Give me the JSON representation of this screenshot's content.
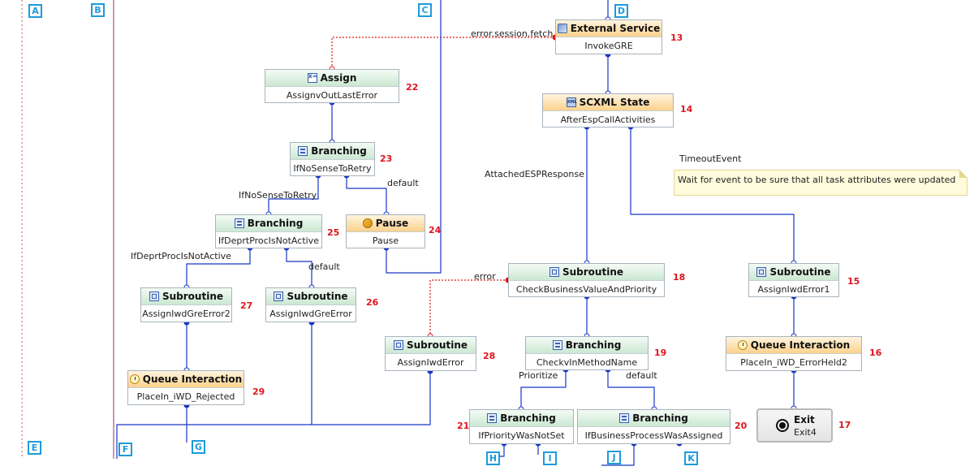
{
  "colors": {
    "connector": "#1836c4",
    "error_connector": "#e01818",
    "step_number": "#e0141e",
    "marker": "#1d9bdb",
    "header_green": "#cbe8d2",
    "header_orange": "#fbd28c",
    "note_background": "#fffbdc"
  },
  "nodes": [
    {
      "id": "n13",
      "type": "External Service",
      "name": "InvokeGRE",
      "number": "13",
      "icon": "external-service-icon"
    },
    {
      "id": "n14",
      "type": "SCXML State",
      "name": "AfterEspCallActivities",
      "number": "14",
      "icon": "scxml-icon"
    },
    {
      "id": "n22",
      "type": "Assign",
      "name": "AssignvOutLastError",
      "number": "22",
      "icon": "assign-icon"
    },
    {
      "id": "n23",
      "type": "Branching",
      "name": "IfNoSenseToRetry",
      "number": "23",
      "icon": "branching-icon"
    },
    {
      "id": "n24",
      "type": "Pause",
      "name": "Pause",
      "number": "24",
      "icon": "pause-icon"
    },
    {
      "id": "n25",
      "type": "Branching",
      "name": "IfDeprtProcIsNotActive",
      "number": "25",
      "icon": "branching-icon"
    },
    {
      "id": "n27",
      "type": "Subroutine",
      "name": "AssignIwdGreError2",
      "number": "27",
      "icon": "subroutine-icon"
    },
    {
      "id": "n26",
      "type": "Subroutine",
      "name": "AssignIwdGreError",
      "number": "26",
      "icon": "subroutine-icon"
    },
    {
      "id": "n29",
      "type": "Queue Interaction",
      "name": "PlaceIn_iWD_Rejected",
      "number": "29",
      "icon": "queue-interaction-icon"
    },
    {
      "id": "n18",
      "type": "Subroutine",
      "name": "CheckBusinessValueAndPriority",
      "number": "18",
      "icon": "subroutine-icon"
    },
    {
      "id": "n28",
      "type": "Subroutine",
      "name": "AssignIwdError",
      "number": "28",
      "icon": "subroutine-icon"
    },
    {
      "id": "n19",
      "type": "Branching",
      "name": "CheckvInMethodName",
      "number": "19",
      "icon": "branching-icon"
    },
    {
      "id": "n21",
      "type": "Branching",
      "name": "IfPriorityWasNotSet",
      "number": "21",
      "icon": "branching-icon"
    },
    {
      "id": "n20",
      "type": "Branching",
      "name": "IfBusinessProcessWasAssigned",
      "number": "20",
      "icon": "branching-icon"
    },
    {
      "id": "n15",
      "type": "Subroutine",
      "name": "AssignIwdError1",
      "number": "15",
      "icon": "subroutine-icon"
    },
    {
      "id": "n16",
      "type": "Queue Interaction",
      "name": "PlaceIn_iWD_ErrorHeld2",
      "number": "16",
      "icon": "queue-interaction-icon"
    }
  ],
  "exit_node": {
    "type": "Exit",
    "name": "Exit4",
    "number": "17",
    "icon": "exit-icon"
  },
  "edge_labels": {
    "error_session_fetch": "error.session.fetch",
    "if_no_sense_to_retry": "IfNoSenseToRetry",
    "default_23": "default",
    "if_deprt_proc_is_not_active": "IfDeprtProcIsNotActive",
    "default_25": "default",
    "attached_esp_response": "AttachedESPResponse",
    "timeout_event": "TimeoutEvent",
    "error": "error",
    "prioritize": "Prioritize",
    "default_19": "default"
  },
  "note": {
    "text": "Wait for event to be sure that all task attributes were updated"
  },
  "markers": [
    "A",
    "B",
    "C",
    "D",
    "E",
    "F",
    "G",
    "H",
    "I",
    "J",
    "K"
  ]
}
